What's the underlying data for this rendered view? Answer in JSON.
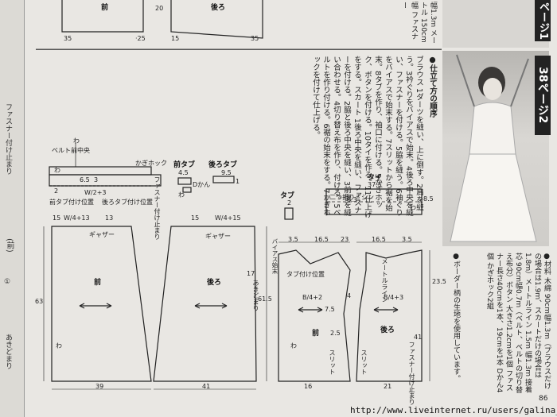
{
  "left_strip": {
    "text1": "ファスナー付け止まり",
    "text2": "あきどまり",
    "text3": "(前)",
    "text4": "①"
  },
  "top_area": {
    "front_label": "前",
    "back_label": "後ろ",
    "dim_35": "35",
    "dim_25": "·25",
    "dim_20": "20",
    "dim_15": "15",
    "dim_35b": "35"
  },
  "instructions": {
    "title": "●仕立て方の順序",
    "body": "ブラウス 1ダーツを縫い、上に倒す。2肩を縫う。3衿ぐりをバイアスで始末。4後ろ中央を縫い、ファスナーを付ける。5脇を縫う。6袖ぐりをバイアスで始末する。7スリットから裾を始末。8タブを作り、袖口に付ける。9かぎホック、ボタンを付ける。10タイを作る。11仕上げをする。スカート 1後ろ中央を縫い、ファスナーを付ける。2脇と後ろ中央を縫い、3前後を縫い合わせる。4切り替え布を作り、付ける。5ベルトを作り付ける。6裾の始末をする。7かぎホックを付けて仕上げる。"
  },
  "materials": {
    "badge_top": "ページ1",
    "badge": "38ページ2",
    "header_note": "幅1.3m メートル 150cm幅 ファスナー",
    "text": "●材料 木綿 90cm幅1.3m（プラウスだけの場合は1.9m、スカートだけの場合は1.8m）メートルライン 1.5m 幅1.3m 接着芯 90cm幅0.7m（ベルト、ベルトの切り替え布分）ボタン 大きさ1.2cmを1個 ファスナー長さ40cmを1本、19cmを1本 Dかん4個 かぎホック2組",
    "note": "●ボーダー柄の生地を使用しています。"
  },
  "labels": {
    "wa": "わ",
    "belt_waist": "ベルト前中央",
    "hook": "かぎホック",
    "zip_stop": "ファスナー付け止まり",
    "tab_pos": "前タブ付け位置",
    "back_tab_pos": "後ろタブ付け位置",
    "front_tab": "前タブ",
    "back_tab": "後ろタブ",
    "dkan": "Dかん",
    "tie": "タイ",
    "tab": "タブ",
    "two_fold": "二つ折りミシン",
    "gather": "ギャザー",
    "front": "前",
    "back": "後ろ",
    "opening_stop": "あきどまり",
    "slit": "スリット",
    "meter_line": "メートルライン",
    "button_pos": "ボタン付け位置",
    "bias": "バイアス始末",
    "zip_stop2": "ファスナー付け止まり",
    "tab_pos2": "タブ付け位置"
  },
  "dims": {
    "w4_13": "W/4+13",
    "w4_15": "W/4+15",
    "w2_3": "W/2+3",
    "b4_2": "B/4+2",
    "b4_3": "B/4+3",
    "d65": "6.5",
    "d3": "3",
    "d2": "2",
    "d45": "4.5",
    "d95": "9.5",
    "d1": "1",
    "d375": "37.5",
    "d85": "8.5",
    "d03": "0.3",
    "d15": "15",
    "d13": "13",
    "d63": "63",
    "d39": "39",
    "d41": "41",
    "d615": "61.5",
    "d17": "17",
    "d35": "3.5",
    "d165": "16.5",
    "d23": "23",
    "d235": "23.5",
    "d75": "7.5",
    "d165b": "16.5",
    "d3b": "3",
    "d25": "2.5",
    "d4": "4",
    "d16": "16",
    "d21": "21",
    "d41b": "41"
  },
  "footer": {
    "url": "http://www.liveinternet.ru/users/galina_o/",
    "page_number": "86"
  }
}
